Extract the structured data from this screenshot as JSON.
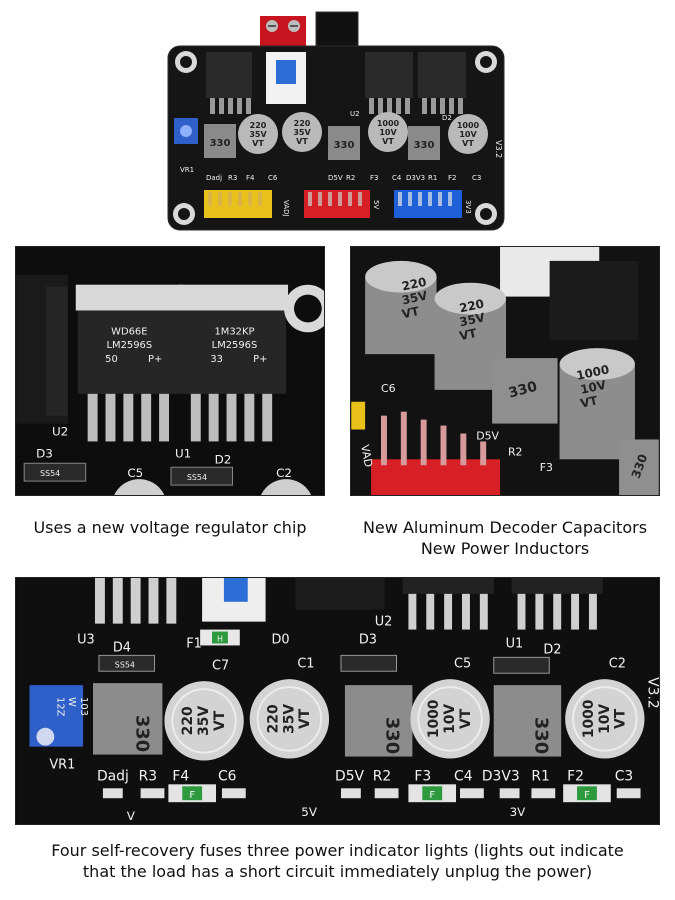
{
  "top_board": {
    "version": "V3.2",
    "labels": {
      "vr1": "VR1",
      "u2": "U2",
      "dadj": "Dadj",
      "r3": "R3",
      "f4": "F4",
      "c6": "C6",
      "d5v": "D5V",
      "r2": "R2",
      "f3": "F3",
      "c4": "C4",
      "d3v3": "D3V3",
      "r1": "R1",
      "f2": "F2",
      "c3": "C3",
      "vadj": "VADJ",
      "out5v": "5V",
      "out3v3": "3V3",
      "d2": "D2"
    },
    "caps": [
      {
        "line1": "220",
        "line2": "35V",
        "line3": "VT"
      },
      {
        "line1": "220",
        "line2": "35V",
        "line3": "VT"
      },
      {
        "line1": "1000",
        "line2": "10V",
        "line3": "VT"
      },
      {
        "line1": "1000",
        "line2": "10V",
        "line3": "VT"
      }
    ],
    "inductors": [
      "330",
      "330",
      "330"
    ]
  },
  "panel_left": {
    "chips": [
      {
        "line1": "WD66E",
        "line2": "LM2596S",
        "line3": "50",
        "line4": "P+"
      },
      {
        "line1": "1M32KP",
        "line2": "LM2596S",
        "line3": "33",
        "line4": "P+"
      }
    ],
    "labels": {
      "u2": "U2",
      "d3": "D3",
      "c5": "C5",
      "u1": "U1",
      "d2": "D2",
      "c2": "C2",
      "ss54a": "SS54",
      "ss54b": "SS54"
    }
  },
  "panel_right": {
    "caps": [
      {
        "line1": "220",
        "line2": "35V",
        "line3": "VT"
      },
      {
        "line1": "220",
        "line2": "35V",
        "line3": "VT"
      },
      {
        "line1": "1000",
        "line2": "10V",
        "line3": "VT"
      }
    ],
    "inductors": [
      "330",
      "330"
    ],
    "labels": {
      "c6": "C6",
      "d5v": "D5V",
      "r2": "R2",
      "f3": "F3",
      "vad": "VAD"
    }
  },
  "panel_bottom": {
    "pot": {
      "line1": "103",
      "line2": "W",
      "line3": "12Z"
    },
    "caps": [
      {
        "line1": "220",
        "line2": "35V",
        "line3": "VT"
      },
      {
        "line1": "220",
        "line2": "35V",
        "line3": "VT"
      },
      {
        "line1": "1000",
        "line2": "10V",
        "line3": "VT"
      },
      {
        "line1": "1000",
        "line2": "10V",
        "line3": "VT"
      }
    ],
    "inductors": [
      "330",
      "330",
      "330"
    ],
    "labels": {
      "u3": "U3",
      "d4": "D4",
      "c7": "C7",
      "c1": "C1",
      "d3": "D3",
      "c5": "C5",
      "u1": "U1",
      "d2": "D2",
      "c2": "C2",
      "d0": "D0",
      "u2": "U2",
      "f1": "F1",
      "vr1": "VR1",
      "dadj": "Dadj",
      "r3": "R3",
      "f4": "F4",
      "c6": "C6",
      "d5v": "D5V",
      "r2": "R2",
      "f3": "F3",
      "c4": "C4",
      "d3v3": "D3V3",
      "r1": "R1",
      "f2": "F2",
      "c3": "C3",
      "version": "V3.2",
      "ss54": "SS54",
      "fuse_mark": "F",
      "led_mark": "H",
      "v5": "5V",
      "v3": "3V",
      "vmark": "V"
    }
  },
  "captions": {
    "left": "Uses a new voltage regulator chip",
    "right_line1": "New Aluminum Decoder Capacitors",
    "right_line2": "New Power Inductors",
    "bottom_line1": "Four self-recovery fuses three power indicator lights (lights out indicate",
    "bottom_line2": "that the load has a short circuit immediately unplug the power)"
  }
}
